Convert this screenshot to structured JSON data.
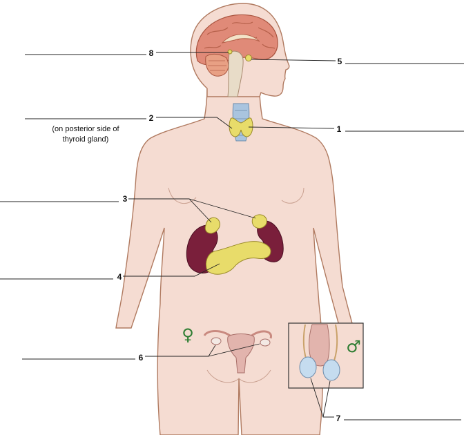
{
  "labels": [
    {
      "number": "1"
    },
    {
      "number": "2",
      "note_line1": "(on posterior side of",
      "note_line2": "thyroid gland)"
    },
    {
      "number": "3"
    },
    {
      "number": "4"
    },
    {
      "number": "5"
    },
    {
      "number": "6"
    },
    {
      "number": "7"
    },
    {
      "number": "8"
    }
  ],
  "symbols": {
    "female": "♀",
    "male": "♂",
    "color": "#2e7d32"
  },
  "colors": {
    "skin": "#f5dcd2",
    "body_outline": "#b07a60",
    "brain": "#e08a78",
    "kidney": "#7a1f3b",
    "gland_yellow": "#e8dc6a",
    "thyroid": "#e8dc6a",
    "larynx": "#a9c4df",
    "uterus": "#e2b4ad",
    "testis": "#c5dcef"
  }
}
